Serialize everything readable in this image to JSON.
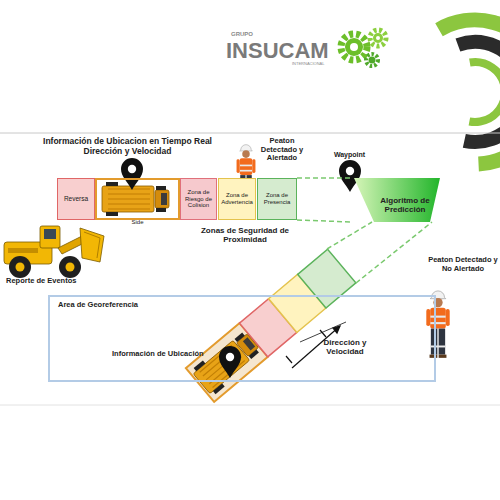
{
  "diagram": {
    "nodes": [
      {
        "text": [
          "Reversa"
        ]
      },
      {
        "text": [
          "Side"
        ]
      },
      {
        "text": [
          "Zona de Riesgo de Colision"
        ]
      },
      {
        "text": [
          "Zona de Advertencia"
        ]
      },
      {
        "text": [
          "Zona de Presencia"
        ]
      },
      {
        "text": [
          "Algoritmo de Predicción"
        ]
      },
      {
        "text": [
          "Area de Georeferencia"
        ]
      }
    ],
    "edges": [
      {
        "from": 4,
        "to": 5,
        "arrow": "none"
      }
    ],
    "labels": [
      "GRUPO",
      "INSUCAM",
      "INTERNACIONAL",
      "Información de Ubicacion en Tiempo Real Dirección y Velocidad",
      "Peaton Detectado y Alertado",
      "Waypoint",
      "Zonas de Seguridad de Proximidad",
      "Reporte de Eventos",
      "Información de Ubicación",
      "Dirección y Velocidad",
      "Peaton Detectado y No Alertado"
    ]
  }
}
